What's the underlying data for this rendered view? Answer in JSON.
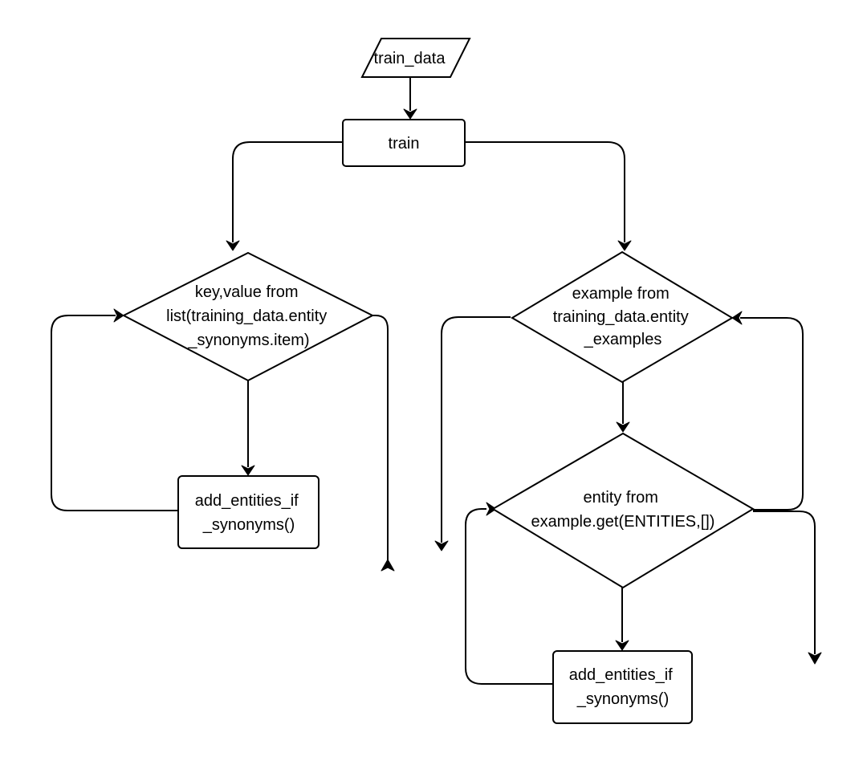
{
  "nodes": {
    "train_data": {
      "label": "train_data"
    },
    "train": {
      "label": "train"
    },
    "loop_synonyms": {
      "lines": [
        "key,value from",
        "list(training_data.entity",
        "_synonyms.item)"
      ]
    },
    "add_synonyms_left": {
      "lines": [
        "add_entities_if",
        "_synonyms()"
      ]
    },
    "loop_examples": {
      "lines": [
        "example from",
        "training_data.entity",
        "_examples"
      ]
    },
    "loop_entities": {
      "lines": [
        "entity from",
        "example.get(ENTITIES,[])"
      ]
    },
    "add_synonyms_right": {
      "lines": [
        "add_entities_if",
        "_synonyms()"
      ]
    }
  },
  "colors": {
    "stroke": "#000000",
    "fill": "#ffffff",
    "background": "#ffffff"
  }
}
